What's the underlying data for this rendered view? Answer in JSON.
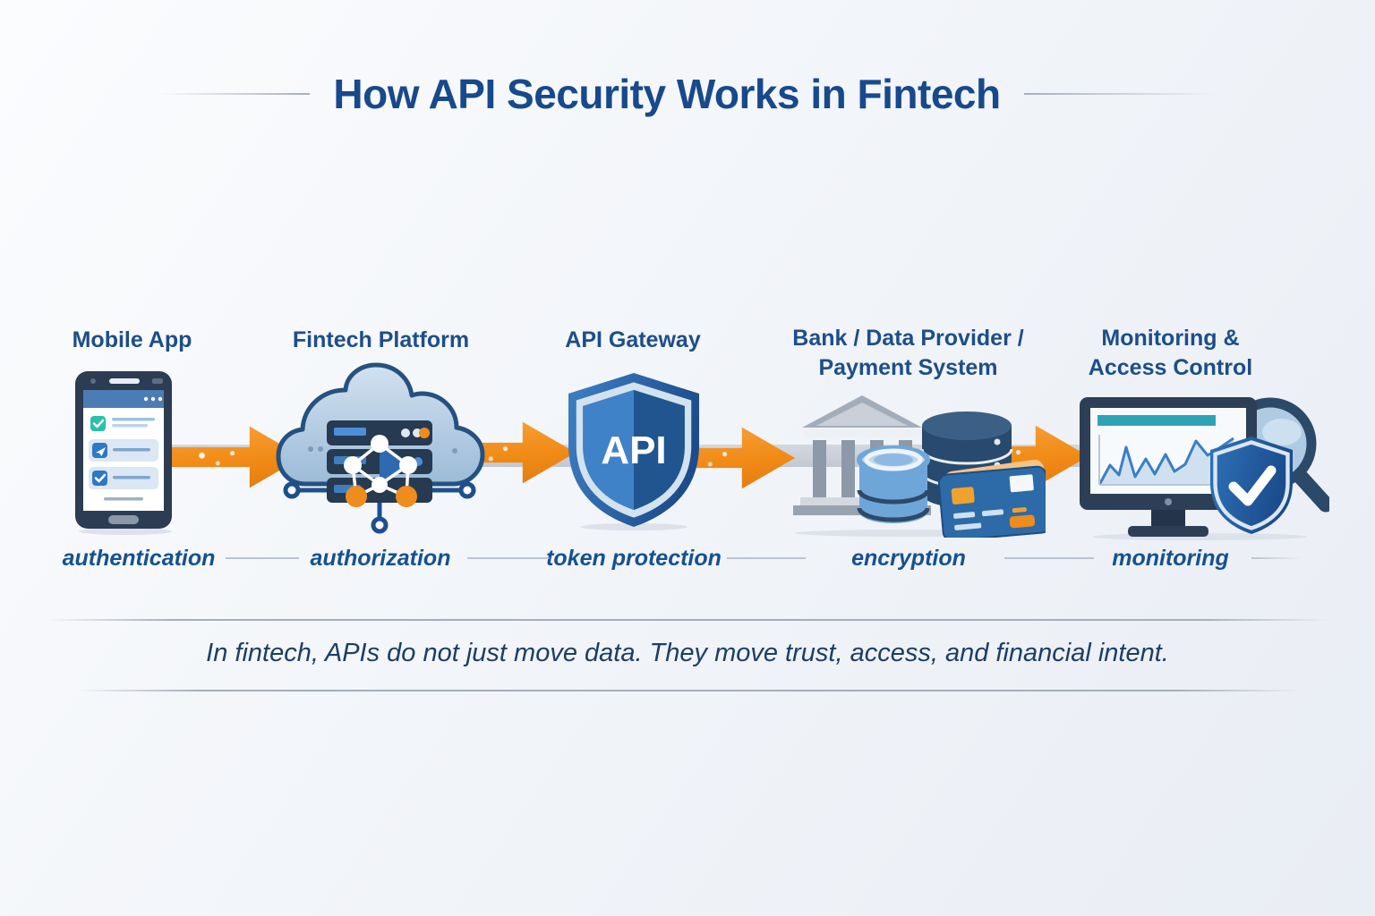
{
  "header": {
    "title": "How API Security Works in Fintech"
  },
  "stages": [
    {
      "title": "Mobile App",
      "security_label": "authentication",
      "icon": "mobile-app-icon"
    },
    {
      "title": "Fintech Platform",
      "security_label": "authorization",
      "icon": "cloud-server-icon"
    },
    {
      "title": "API Gateway",
      "security_label": "token protection",
      "icon": "api-shield-icon",
      "shield_text": "API"
    },
    {
      "title": "Bank / Data Provider / Payment System",
      "security_label": "encryption",
      "icon": "bank-database-card-icon"
    },
    {
      "title": "Monitoring & Access Control",
      "security_label": "monitoring",
      "icon": "monitor-shield-magnifier-icon"
    }
  ],
  "footer": {
    "quote": "In fintech, APIs do not just move data. They move trust, access, and financial intent."
  },
  "colors": {
    "title_text": "#17498c",
    "stage_heading": "#1d4e89",
    "security_label_text": "#15518f",
    "quote_text": "#1c3e66",
    "arrow_orange": "#f18a16",
    "flow_band_gray": "#c6ccd5",
    "dark_navy_icon": "#2c3c52",
    "shield_blue": "#2a6cb0",
    "accent_teal": "#2bbfae",
    "accent_orange_node": "#ee8c1d"
  }
}
